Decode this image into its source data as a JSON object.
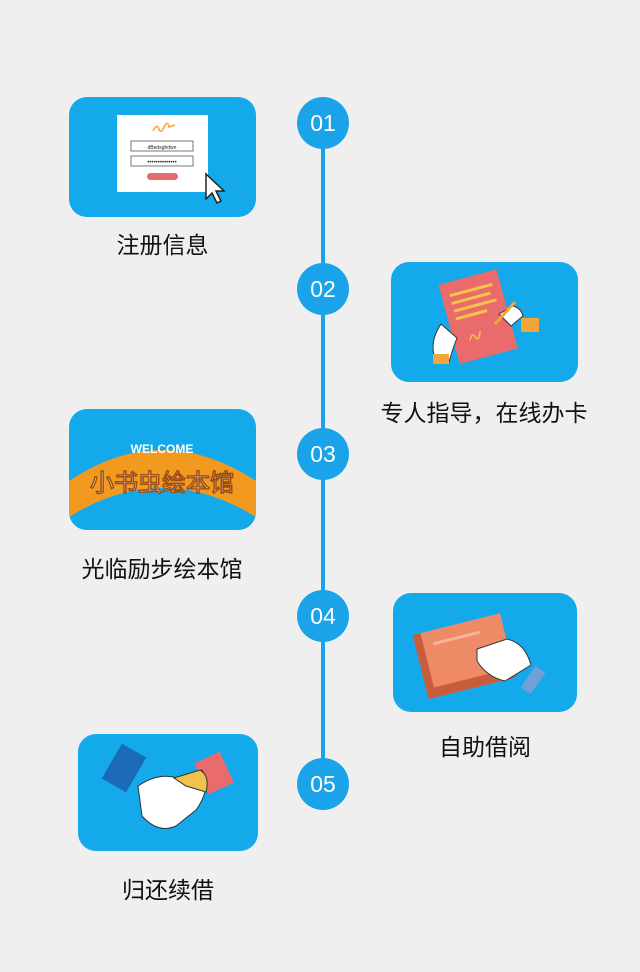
{
  "steps": [
    {
      "number": "01",
      "label": "注册信息"
    },
    {
      "number": "02",
      "label": "专人指导，在线办卡"
    },
    {
      "number": "03",
      "label": "光临励步绘本馆"
    },
    {
      "number": "04",
      "label": "自助借阅"
    },
    {
      "number": "05",
      "label": "归还续借"
    }
  ],
  "register_form": {
    "field_1": "dBedsghdwn",
    "field_2": "••••••••••••••"
  },
  "welcome_banner": {
    "welcome_text": "WELCOME",
    "name_text": "小书虫绘本馆"
  },
  "colors": {
    "accent_blue": "#1aa3e8",
    "card_blue": "#14a9ea",
    "banner_orange": "#f29a1f",
    "button_red": "#e96b6b",
    "background": "#efefef"
  }
}
